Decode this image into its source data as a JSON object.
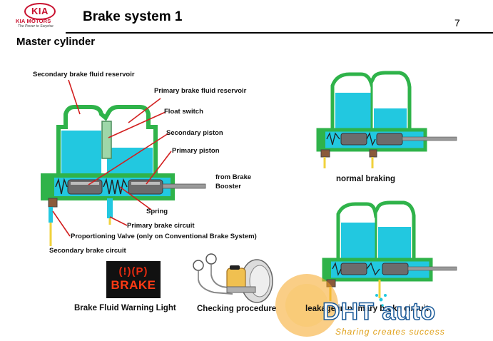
{
  "header": {
    "logo_text": "KIA",
    "logo_subtitle": "KIA MOTORS",
    "logo_slogan": "The Power to Surprise",
    "title": "Brake system 1",
    "page_number": "7"
  },
  "subtitle": "Master cylinder",
  "labels": {
    "secondary_reservoir": "Secondary brake fluid reservoir",
    "primary_reservoir": "Primary brake fluid reservoir",
    "float_switch": "Float switch",
    "secondary_piston": "Secondary piston",
    "primary_piston": "Primary piston",
    "from_booster_1": "from Brake",
    "from_booster_2": "Booster",
    "spring": "Spring",
    "primary_circuit": "Primary brake circuit",
    "proportioning_valve": "Proportioning Valve (only on Conventional Brake System)",
    "secondary_circuit": "Secondary brake circuit"
  },
  "captions": {
    "normal": "normal braking",
    "warning_light": "Brake Fluid Warning Light",
    "checking": "Checking procedure",
    "leakage": "leakage in primary brake circuit"
  },
  "warning_light": {
    "icons": "(!)(P)",
    "text": "BRAKE"
  },
  "watermark": {
    "text": "DHT auto",
    "slogan": "Sharing creates success"
  },
  "colors": {
    "fluid": "#22c8e0",
    "cylinder_green": "#2fb34a",
    "brand_red": "#c8102e",
    "line_yellow": "#f0d23c",
    "label_line_red": "#d21f1f"
  }
}
